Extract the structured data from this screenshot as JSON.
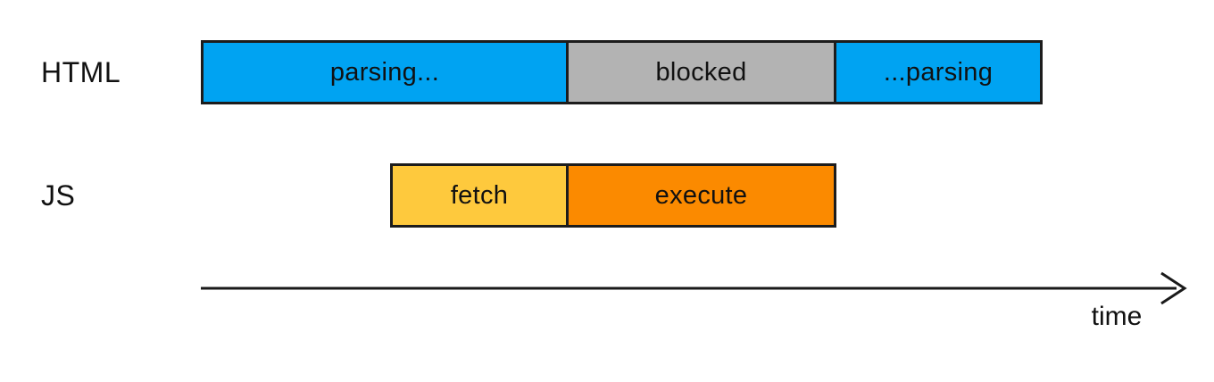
{
  "rows": [
    {
      "label": "HTML",
      "segments": [
        {
          "label": "parsing...",
          "color": "#00A3F2"
        },
        {
          "label": "blocked",
          "color": "#B3B3B3"
        },
        {
          "label": "...parsing",
          "color": "#00A3F2"
        }
      ]
    },
    {
      "label": "JS",
      "segments": [
        {
          "label": "fetch",
          "color": "#FEC93D"
        },
        {
          "label": "execute",
          "color": "#FB8A00"
        }
      ]
    }
  ],
  "axis": {
    "label": "time"
  },
  "colors": {
    "background": "#FFFFFF",
    "border": "#1C1C1C",
    "text": "#111111",
    "arrow": "#1A1A1A"
  }
}
